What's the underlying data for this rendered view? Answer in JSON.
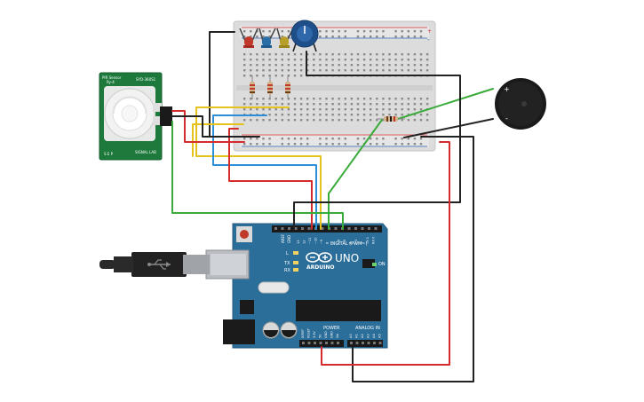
{
  "colors": {
    "background": "#ffffff",
    "breadboard": "#d9d9d9",
    "arduino_board": "#2c6e9a",
    "pir_board": "#1d7a3c",
    "buzzer": "#1a1a1a",
    "wire_red": "#d62b2b",
    "wire_black": "#222222",
    "wire_green": "#3aab3a",
    "wire_yellow": "#e6c21c",
    "wire_blue": "#2a8fd6",
    "led_red": "#c0392b",
    "led_blue": "#2b6fa8",
    "led_yellow": "#b8a028",
    "potentiometer": "#1f4f8a"
  },
  "pir_sensor": {
    "top_label": "PIR Sensor",
    "top_label_2": "Ry-4",
    "model_label": "SYD-360S1",
    "pin_label": "S E P",
    "pin_label_2": "SIGNAL LAB",
    "icon": "pir-sensor-icon"
  },
  "arduino": {
    "brand": "ARDUINO",
    "model": "UNO",
    "digital_label": "DIGITAL (PWM~)",
    "power_label": "POWER",
    "analog_label": "ANALOG IN",
    "on_label": "ON",
    "tx_label": "TX",
    "rx_label": "RX",
    "l_label": "L",
    "aref_label": "AREF",
    "gnd_label": "GND",
    "digital_pins": [
      "13",
      "12",
      "~11",
      "~10",
      "~9",
      "8",
      "7",
      "~6",
      "~5",
      "4",
      "~3",
      "2",
      "TX 1",
      "RX 0"
    ],
    "power_pins": [
      "IOREF",
      "RESET",
      "3.3V",
      "5V",
      "GND",
      "GND",
      "Vin"
    ],
    "analog_pins": [
      "A0",
      "A1",
      "A2",
      "A3",
      "A4",
      "A5"
    ]
  },
  "buzzer": {
    "plus_label": "+",
    "minus_label": "-",
    "icon": "piezo-buzzer-icon"
  },
  "breadboard": {
    "plus_label": "+",
    "minus_label": "-"
  },
  "usb": {
    "icon": "usb-icon"
  }
}
